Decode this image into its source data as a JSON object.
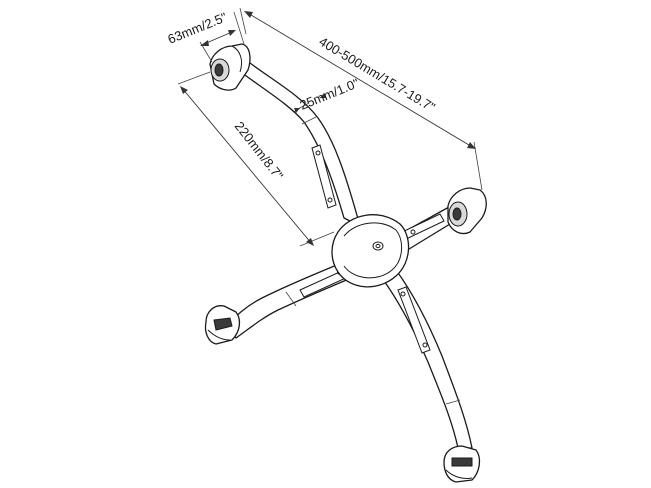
{
  "dimensions": {
    "grip_depth": "63mm/2.5\"",
    "arm_width": "25mm/1.0\"",
    "span_range": "400-500mm/15.7-19.7\"",
    "grip_height": "220mm/8.7\""
  }
}
